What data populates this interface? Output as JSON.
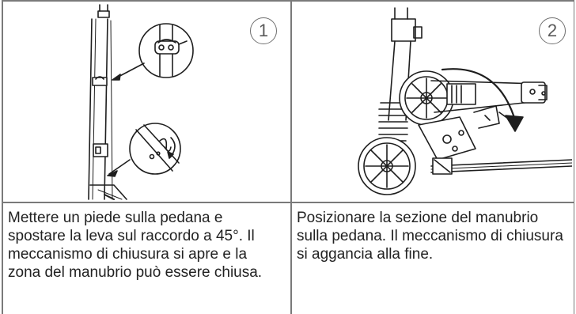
{
  "steps": [
    {
      "number": "1",
      "caption": "Mettere un piede sulla pedana e spostare la leva sul raccordo a 45°. Il meccanismo di chiusura si apre e la zona del manubrio può essere chiusa.",
      "illustration_icon": "scooter-folding-lever-illustration"
    },
    {
      "number": "2",
      "caption": "Posizionare la sezione del manubrio sulla pedana. Il meccanismo di chiusura si aggancia alla fine.",
      "illustration_icon": "scooter-fold-down-illustration"
    }
  ],
  "colors": {
    "border": "#7a7a7a",
    "text": "#222222",
    "line_art": "#1e1e1e"
  }
}
